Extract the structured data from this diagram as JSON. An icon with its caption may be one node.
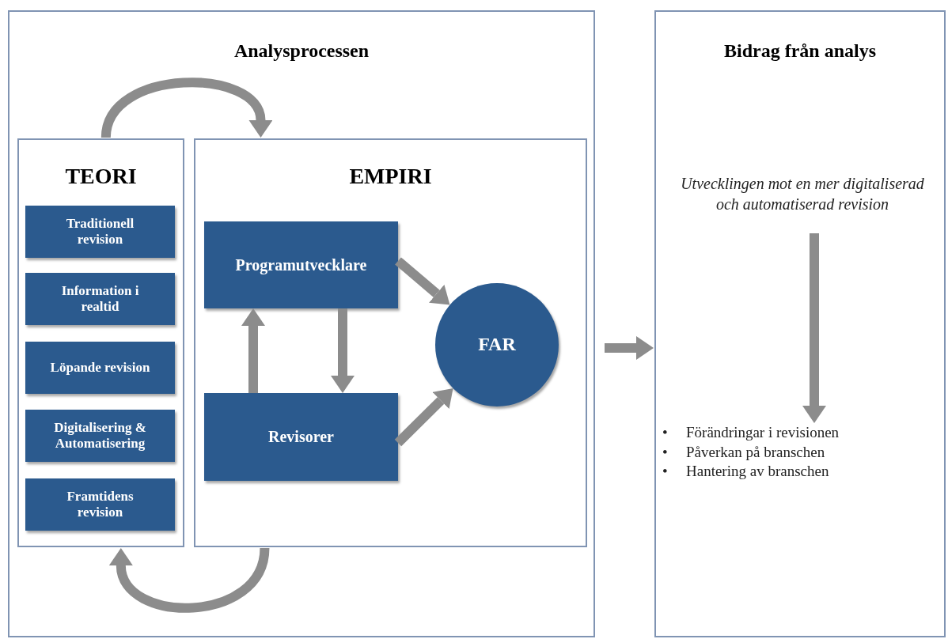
{
  "diagram": {
    "nodes": [
      {
        "text": [
          "Analysprocessen"
        ]
      },
      {
        "text": [
          "TEORI"
        ],
        "in": 0
      },
      {
        "text": [
          "Traditionell revision"
        ],
        "in": 1
      },
      {
        "text": [
          "Information i realtid"
        ],
        "in": 1
      },
      {
        "text": [
          "Löpande revision"
        ],
        "in": 1
      },
      {
        "text": [
          "Digitalisering & Automatisering"
        ],
        "in": 1
      },
      {
        "text": [
          "Framtidens revision"
        ],
        "in": 1
      },
      {
        "text": [
          "EMPIRI"
        ],
        "in": 0
      },
      {
        "text": [
          "Programutvecklare"
        ],
        "in": 7
      },
      {
        "text": [
          "Revisorer"
        ],
        "in": 7
      },
      {
        "text": [
          "FAR"
        ],
        "in": 7
      },
      {
        "text": [
          "Bidrag från analys"
        ]
      },
      {
        "text": [
          "Utvecklingen mot en mer digitaliserad och automatiserad revision"
        ],
        "in": 11
      },
      {
        "text": [
          "• Förändringar i revisionen",
          "• Påverkan på branschen",
          "• Hantering av branschen"
        ],
        "in": 11
      }
    ],
    "edges": [
      {
        "from": 1,
        "to": 7,
        "arrow": "to"
      },
      {
        "from": 7,
        "to": 1,
        "arrow": "to"
      },
      {
        "from": 9,
        "to": 8,
        "arrow": "to"
      },
      {
        "from": 8,
        "to": 9,
        "arrow": "to"
      },
      {
        "from": 8,
        "to": 10,
        "arrow": "to"
      },
      {
        "from": 9,
        "to": 10,
        "arrow": "to"
      },
      {
        "from": 0,
        "to": 11,
        "arrow": "to"
      },
      {
        "from": 12,
        "to": 13,
        "arrow": "to"
      }
    ]
  }
}
